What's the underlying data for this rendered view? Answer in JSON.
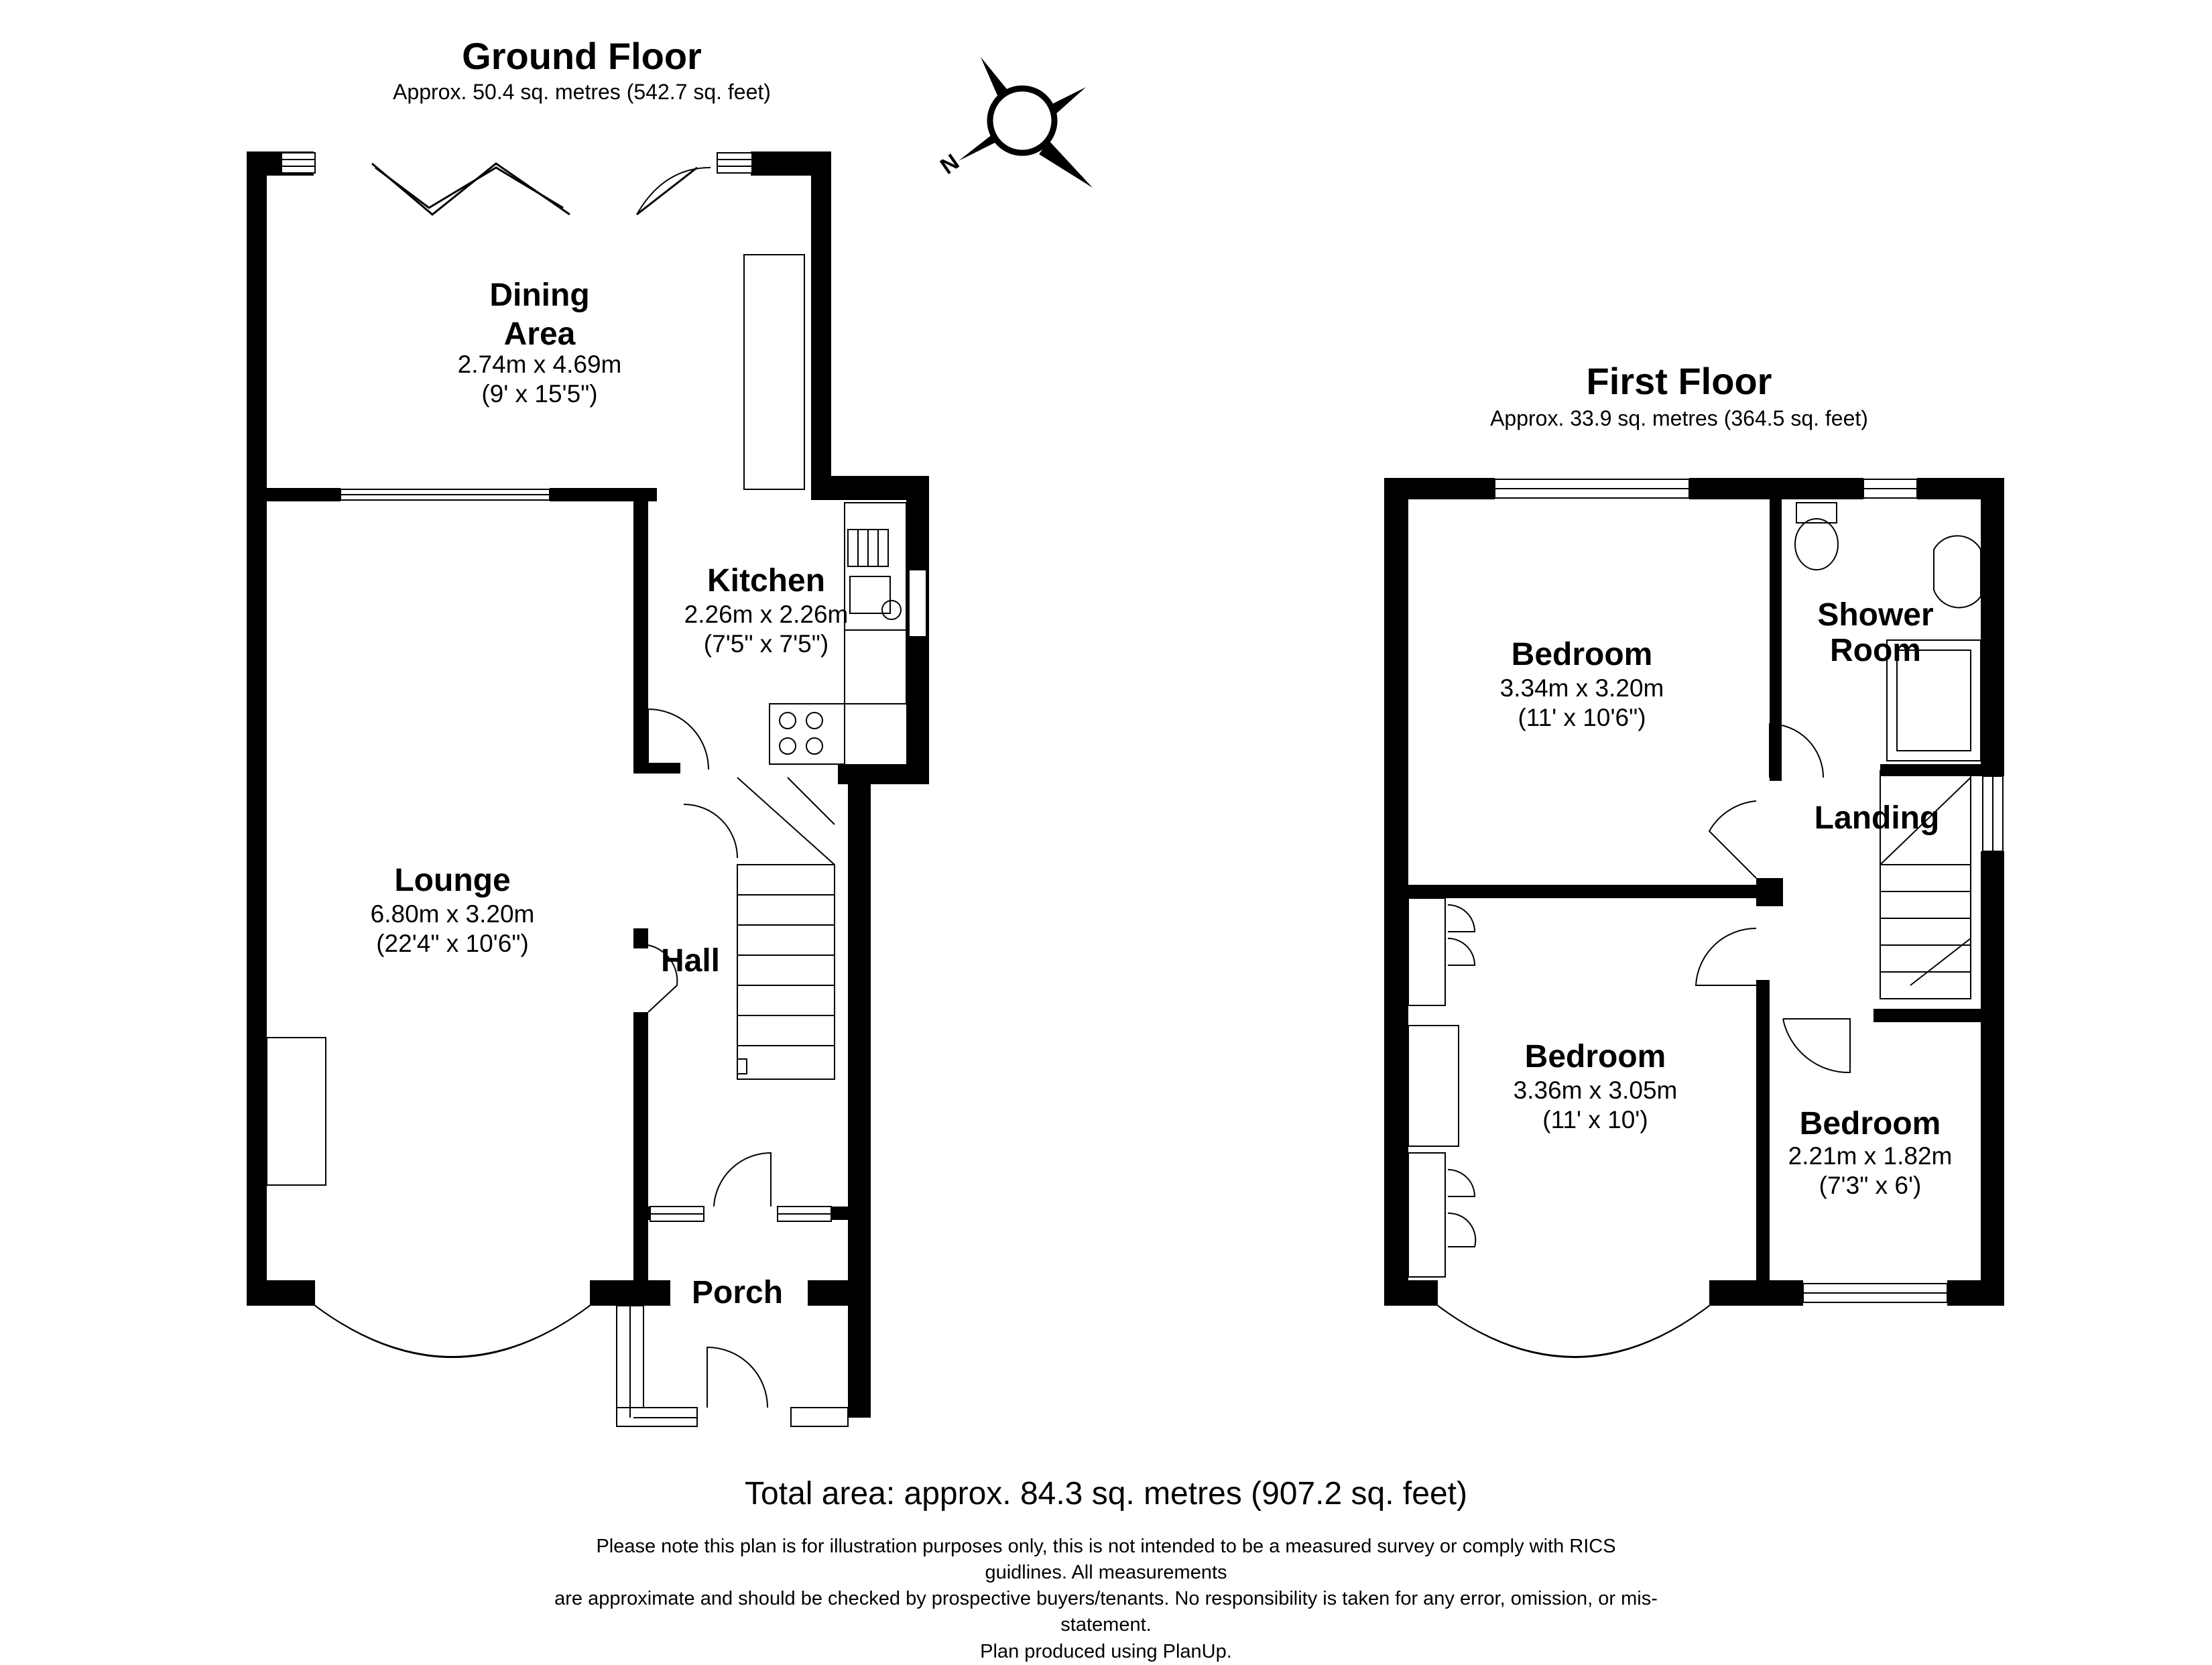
{
  "ground_floor": {
    "title": "Ground Floor",
    "area": "Approx. 50.4 sq. metres (542.7 sq. feet)",
    "rooms": {
      "dining_name": "Dining\nArea",
      "dining_dim": "2.74m x 4.69m\n(9' x 15'5\")",
      "kitchen_name": "Kitchen",
      "kitchen_dim": "2.26m x 2.26m\n(7'5\" x 7'5\")",
      "lounge_name": "Lounge",
      "lounge_dim": "6.80m x 3.20m\n(22'4\" x 10'6\")",
      "hall_name": "Hall",
      "porch_name": "Porch"
    }
  },
  "first_floor": {
    "title": "First Floor",
    "area": "Approx. 33.9 sq. metres (364.5 sq. feet)",
    "rooms": {
      "bed1_name": "Bedroom",
      "bed1_dim": "3.34m x 3.20m\n(11' x 10'6\")",
      "shower_name": "Shower\nRoom",
      "landing_name": "Landing",
      "bed2_name": "Bedroom",
      "bed2_dim": "3.36m x 3.05m\n(11' x 10')",
      "bed3_name": "Bedroom",
      "bed3_dim": "2.21m x 1.82m\n(7'3\" x 6')"
    }
  },
  "compass": {
    "label": "N",
    "icon": "compass-icon"
  },
  "total_area": "Total area: approx. 84.3 sq. metres (907.2 sq. feet)",
  "disclaimer": "Please note this plan is for illustration purposes only, this is not intended to be a measured survey or comply with RICS guidlines. All measurements\nare approximate and should be checked by prospective buyers/tenants. No responsibility is taken for any error, omission, or mis-statement.\nPlan produced using PlanUp."
}
